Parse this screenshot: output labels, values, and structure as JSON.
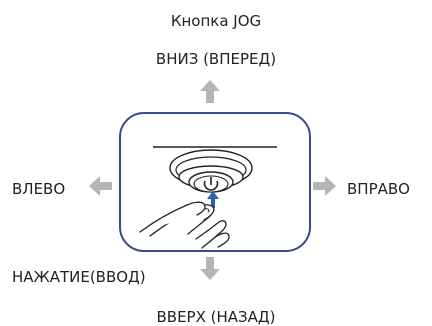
{
  "labels": {
    "title": "Кнопка JOG",
    "down_forward": "ВНИЗ (ВПЕРЕД)",
    "left": "ВЛЕВО",
    "right": "ВПРАВО",
    "press_enter": "НАЖАТИЕ(ВВОД)",
    "up_back": "ВВЕРХ (НАЗАД)"
  },
  "colors": {
    "frame_stroke": "#3b4a8c",
    "arrow_gray": "#b5b5b5",
    "press_arrow_blue": "#2f5fb3",
    "line_color": "#222222"
  },
  "icons": {
    "power": "power-icon"
  }
}
